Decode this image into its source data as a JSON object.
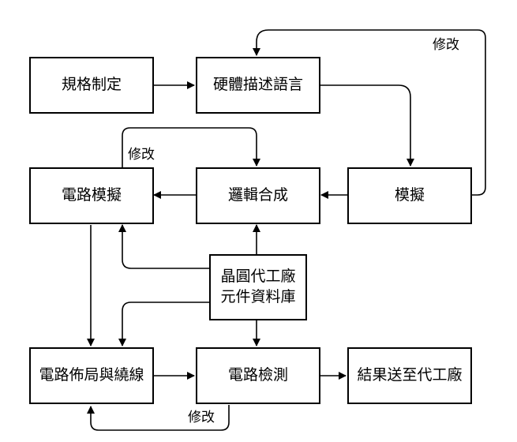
{
  "nodes": {
    "spec": "規格制定",
    "hdl": "硬體描述語言",
    "sim": "模擬",
    "synth": "邏輯合成",
    "circuit_sim": "電路模擬",
    "library": [
      "晶圓代工廠",
      "元件資料庫"
    ],
    "layout": "電路佈局與繞線",
    "check": "電路檢測",
    "tapeout": "結果送至代工廠"
  },
  "edge_labels": {
    "sim_to_hdl": "修改",
    "circuit_sim_to_synth": "修改",
    "check_to_layout": "修改"
  }
}
